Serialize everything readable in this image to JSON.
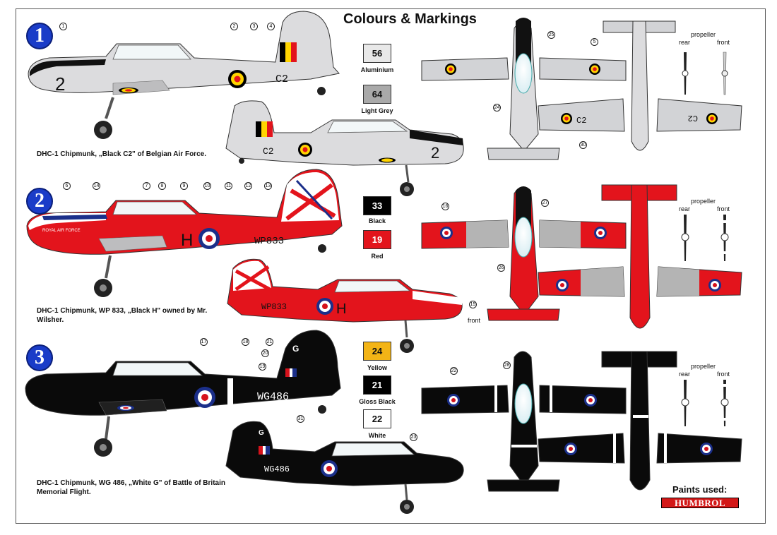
{
  "title": "Colours & Markings",
  "schemes": [
    {
      "number": "1",
      "caption": "DHC-1 Chipmunk, „Black C2\" of Belgian Air Force.",
      "code_side": "C2",
      "nose_number": "2"
    },
    {
      "number": "2",
      "caption": "DHC-1 Chipmunk, WP 833, „Black H\" owned by Mr. Wilsher.",
      "serial": "WP833",
      "code_letter": "H",
      "roundel_text": "ROYAL AIR FORCE",
      "front_label": "front"
    },
    {
      "number": "3",
      "caption": "DHC-1 Chipmunk, WG 486, „White G\" of Battle of Britain Memorial Flight.",
      "serial": "WG486",
      "fin_code": "G"
    }
  ],
  "paints": [
    {
      "code": "56",
      "name": "Aluminium",
      "color": "#e8e8e8",
      "text_color": "#111"
    },
    {
      "code": "64",
      "name": "Light Grey",
      "color": "#a9a9a9",
      "text_color": "#111"
    },
    {
      "code": "33",
      "name": "Black",
      "color": "#000000",
      "text_color": "#ffffff"
    },
    {
      "code": "19",
      "name": "Red",
      "color": "#e3141c",
      "text_color": "#ffffff"
    },
    {
      "code": "24",
      "name": "Yellow",
      "color": "#f3b416",
      "text_color": "#111"
    },
    {
      "code": "21",
      "name": "Gloss Black",
      "color": "#000000",
      "text_color": "#ffffff"
    },
    {
      "code": "22",
      "name": "White",
      "color": "#ffffff",
      "text_color": "#111"
    }
  ],
  "propeller": {
    "title": "propeller",
    "rear": "rear",
    "front": "front"
  },
  "wing_codes": {
    "left": "C2",
    "right": "C2"
  },
  "paints_used": "Paints used:",
  "brand": "HUMBROL",
  "callouts": [
    "1",
    "2",
    "3",
    "4",
    "5",
    "6",
    "7",
    "8",
    "9",
    "10",
    "11",
    "12",
    "13",
    "14",
    "15",
    "16",
    "17",
    "18",
    "19",
    "20",
    "21",
    "22",
    "23",
    "24",
    "25",
    "26",
    "27",
    "28",
    "30",
    "31"
  ],
  "colors": {
    "belgian_black": "#000000",
    "belgian_yellow": "#ffd400",
    "belgian_red": "#e3141c",
    "raf_blue": "#1b2f8a",
    "raf_red": "#d6121b",
    "aluminium": "#d9dadc",
    "red": "#e3141c",
    "grey": "#b4b4b4"
  }
}
